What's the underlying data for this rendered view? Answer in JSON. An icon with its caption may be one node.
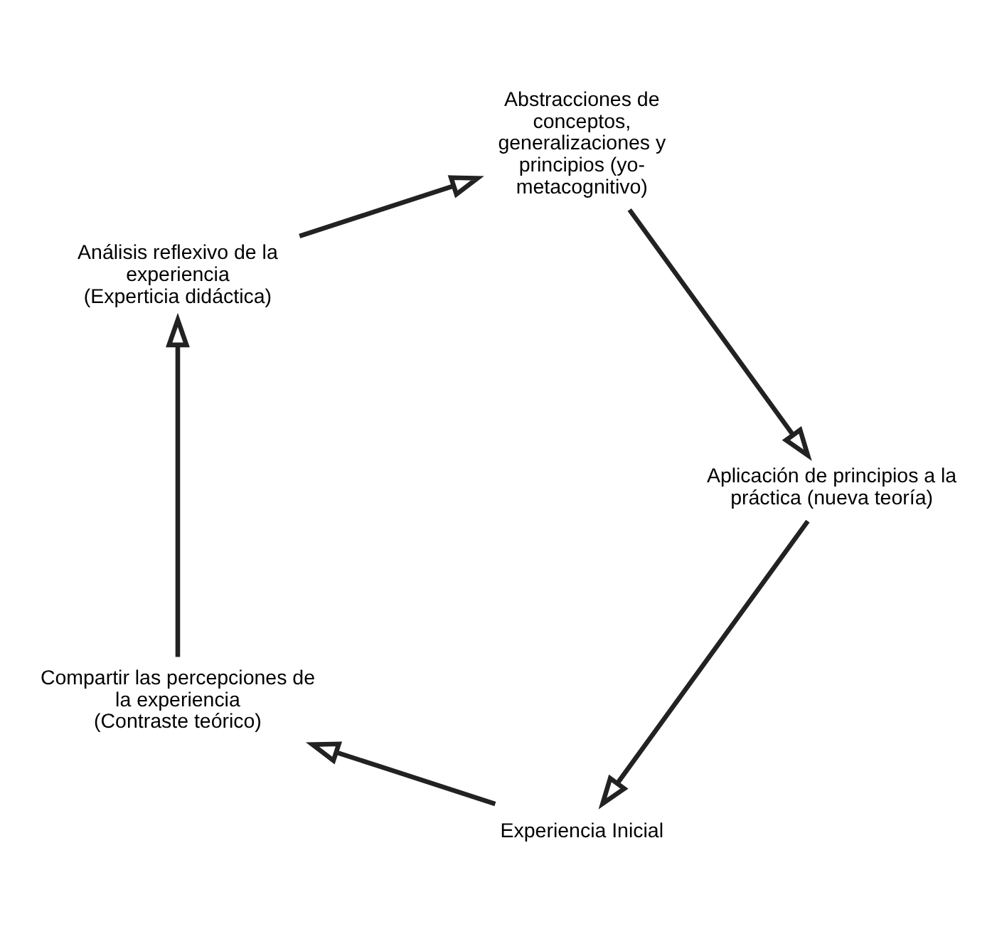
{
  "diagram": {
    "nodes": [
      {
        "text": [
          "Experiencia Inicial"
        ]
      },
      {
        "text": [
          "Compartir las percepciones de la experiencia",
          "(Contraste teórico)"
        ]
      },
      {
        "text": [
          "Análisis reflexivo de la experiencia",
          "(Experticia didáctica)"
        ]
      },
      {
        "text": [
          "Abstracciones de conceptos, generalizaciones y principios (yo-metacognitivo)"
        ]
      },
      {
        "text": [
          "Aplicación de principios a la práctica (nueva teoría)"
        ]
      }
    ],
    "edges": [
      {
        "from": 0,
        "to": 1,
        "arrow": "to"
      },
      {
        "from": 1,
        "to": 2,
        "arrow": "to"
      },
      {
        "from": 2,
        "to": 3,
        "arrow": "to"
      },
      {
        "from": 3,
        "to": 4,
        "arrow": "to"
      },
      {
        "from": 4,
        "to": 0,
        "arrow": "to"
      }
    ]
  }
}
